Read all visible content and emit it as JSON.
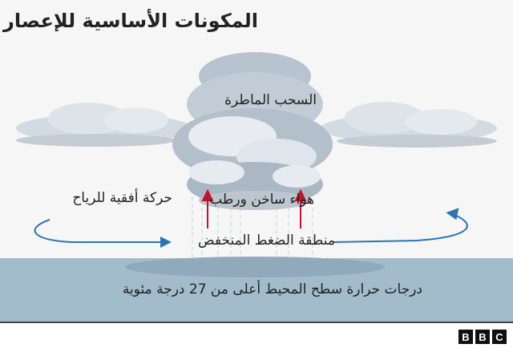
{
  "title": "المكونات الأساسية للإعصار",
  "labels": {
    "rain_clouds": "السحب الماطرة",
    "horizontal_winds": "حركة أفقية للرياح",
    "warm_moist_air": "هواء ساخن ورطب",
    "low_pressure": "منطقة الضغط المنخفض",
    "ocean_temp": "درجات حرارة سطح المحيط أعلى من 27 درجة مئوية"
  },
  "logo": {
    "letters": [
      "B",
      "B",
      "C"
    ]
  },
  "colors": {
    "ocean": "#a2bccb",
    "wind_arrow": "#2e74b5",
    "updraft_arrow": "#c0142b",
    "cloud": "#c9d3dc"
  }
}
